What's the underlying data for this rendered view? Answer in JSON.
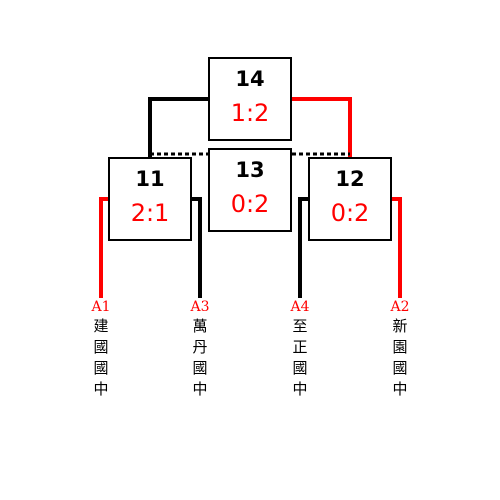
{
  "colors": {
    "winner": "#ff0000",
    "loser": "#000000",
    "score": "#ff0000"
  },
  "matches": {
    "m14": {
      "id": "14",
      "score": "1:2"
    },
    "m13": {
      "id": "13",
      "score": "0:2"
    },
    "m11": {
      "id": "11",
      "score": "2:1"
    },
    "m12": {
      "id": "12",
      "score": "0:2"
    }
  },
  "teams": {
    "a1": {
      "seed": "A1",
      "chars": [
        "建",
        "國",
        "國",
        "中"
      ],
      "seed_color": "#ff0000"
    },
    "a3": {
      "seed": "A3",
      "chars": [
        "萬",
        "丹",
        "國",
        "中"
      ],
      "seed_color": "#ff0000"
    },
    "a4": {
      "seed": "A4",
      "chars": [
        "至",
        "正",
        "國",
        "中"
      ],
      "seed_color": "#ff0000"
    },
    "a2": {
      "seed": "A2",
      "chars": [
        "新",
        "園",
        "國",
        "中"
      ],
      "seed_color": "#ff0000"
    }
  }
}
